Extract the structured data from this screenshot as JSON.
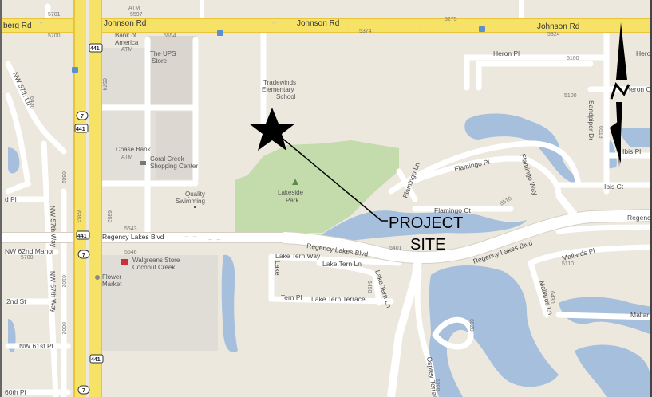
{
  "roads": {
    "johnson_rd": "Johnson Rd",
    "johnson_rd_left": "berg Rd",
    "regency_lakes_blvd": "Regency Lakes Blvd",
    "regency_left": "Regency Lakes Blvd",
    "regency_right": "Regenc",
    "lake_tern_way": "Lake Tern Way",
    "lake_tern_ln": "Lake Tern Ln",
    "lake_tern_ln_v": "Lake Tern Ln",
    "lake_tern_terrace": "Lake Tern Terrace",
    "tern_pl": "Tern Pl",
    "lake_v": "Lake",
    "heron_pl": "Heron Pl",
    "heron_right": "Heron C",
    "heron_far": "Hero",
    "ibis_pl": "Ibis Pl",
    "ibis_ct": "Ibis Ct",
    "flamingo_pl": "Flamingo Pl",
    "flamingo_ct": "Flamingo Ct",
    "flamingo_ln": "Flamingo Ln",
    "flamingo_way": "Flamingo Way",
    "sandpiper_dr": "Sandpiper Dr",
    "mallards_pl": "Mallards Pl",
    "mallards_ln": "Mallards Ln",
    "mallar": "Mallar",
    "osprey_terrace": "Osprey Terrace",
    "nw_57th_ln": "NW 57th Ln",
    "nw_57th_way_1": "NW 57th Way",
    "nw_57th_way_2": "NW 57th Way",
    "nw_62nd_manor": "NW 62nd Manor",
    "nw_61st_pl": "NW 61st Pl",
    "nd_pl": "d Pl",
    "nd_st": "2nd St",
    "th_pl": "60th Pl"
  },
  "pois": {
    "bank_of_america_1": "Bank of",
    "bank_of_america_2": "America",
    "atm_1": "ATM",
    "ups_1": "The UPS",
    "ups_2": "Store",
    "school_1": "Tradewinds",
    "school_2": "Elementary",
    "school_3": "School",
    "chase_bank": "Chase Bank",
    "atm_2": "ATM",
    "coral_creek_1": "Coral Creek",
    "coral_creek_2": "Shopping Center",
    "quality_1": "Quality",
    "quality_2": "Swimming",
    "lakeside_1": "Lakeside",
    "lakeside_2": "Park",
    "walgreens_1": "Walgreens Store",
    "walgreens_2": "Coconut Creek",
    "flower_1": "Flower",
    "flower_2": "Market"
  },
  "numbers": [
    "5701",
    "5597",
    "5700",
    "5554",
    "5275",
    "5374",
    "5324",
    "5100",
    "5100",
    "6574",
    "5643",
    "5646",
    "5401",
    "5510",
    "6430",
    "6302",
    "6353",
    "6352",
    "6102",
    "6002",
    "5700",
    "5110",
    "6430",
    "6450",
    "6300",
    "6518",
    "6520",
    "ATM"
  ],
  "highway_shields": [
    "441",
    "7",
    "441",
    "441",
    "7",
    "441",
    "7"
  ],
  "annotation": {
    "line1": "PROJECT",
    "line2": "SITE"
  },
  "colors": {
    "land": "#ede8de",
    "water": "#a5bfdd",
    "park": "#c4dcab",
    "highway": "#f7e268",
    "highway_edge": "#e8c43a",
    "road": "#ffffff",
    "road_edge": "#d6d0c4",
    "block": "#e0ddd6"
  }
}
